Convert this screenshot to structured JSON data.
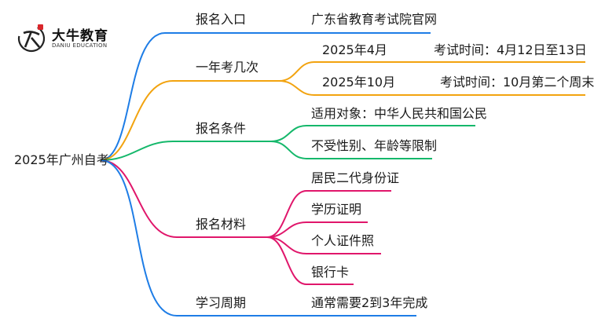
{
  "logo": {
    "name": "大牛教育",
    "subtitle": "DANIU EDUCATION",
    "accent_color": "#d9262b"
  },
  "root": "2025年广州自考",
  "branches": [
    {
      "label": "报名入口",
      "color": "#1e7de6",
      "children": [
        {
          "text": "广东省教育考试院官网"
        }
      ]
    },
    {
      "label": "一年考几次",
      "color": "#f2a30f",
      "children": [
        {
          "text": "2025年4月",
          "note": "考试时间：4月12日至13日"
        },
        {
          "text": "2025年10月",
          "note": "考试时间：10月第二个周末"
        }
      ]
    },
    {
      "label": "报名条件",
      "color": "#15b86b",
      "children": [
        {
          "text": "适用对象：中华人民共和国公民"
        },
        {
          "text": "不受性别、年龄等限制"
        }
      ]
    },
    {
      "label": "报名材料",
      "color": "#e0166b",
      "children": [
        {
          "text": "居民二代身份证"
        },
        {
          "text": "学历证明"
        },
        {
          "text": "个人证件照"
        },
        {
          "text": "银行卡"
        }
      ]
    },
    {
      "label": "学习周期",
      "color": "#1e7de6",
      "children": [
        {
          "text": "通常需要2到3年完成"
        }
      ]
    }
  ]
}
